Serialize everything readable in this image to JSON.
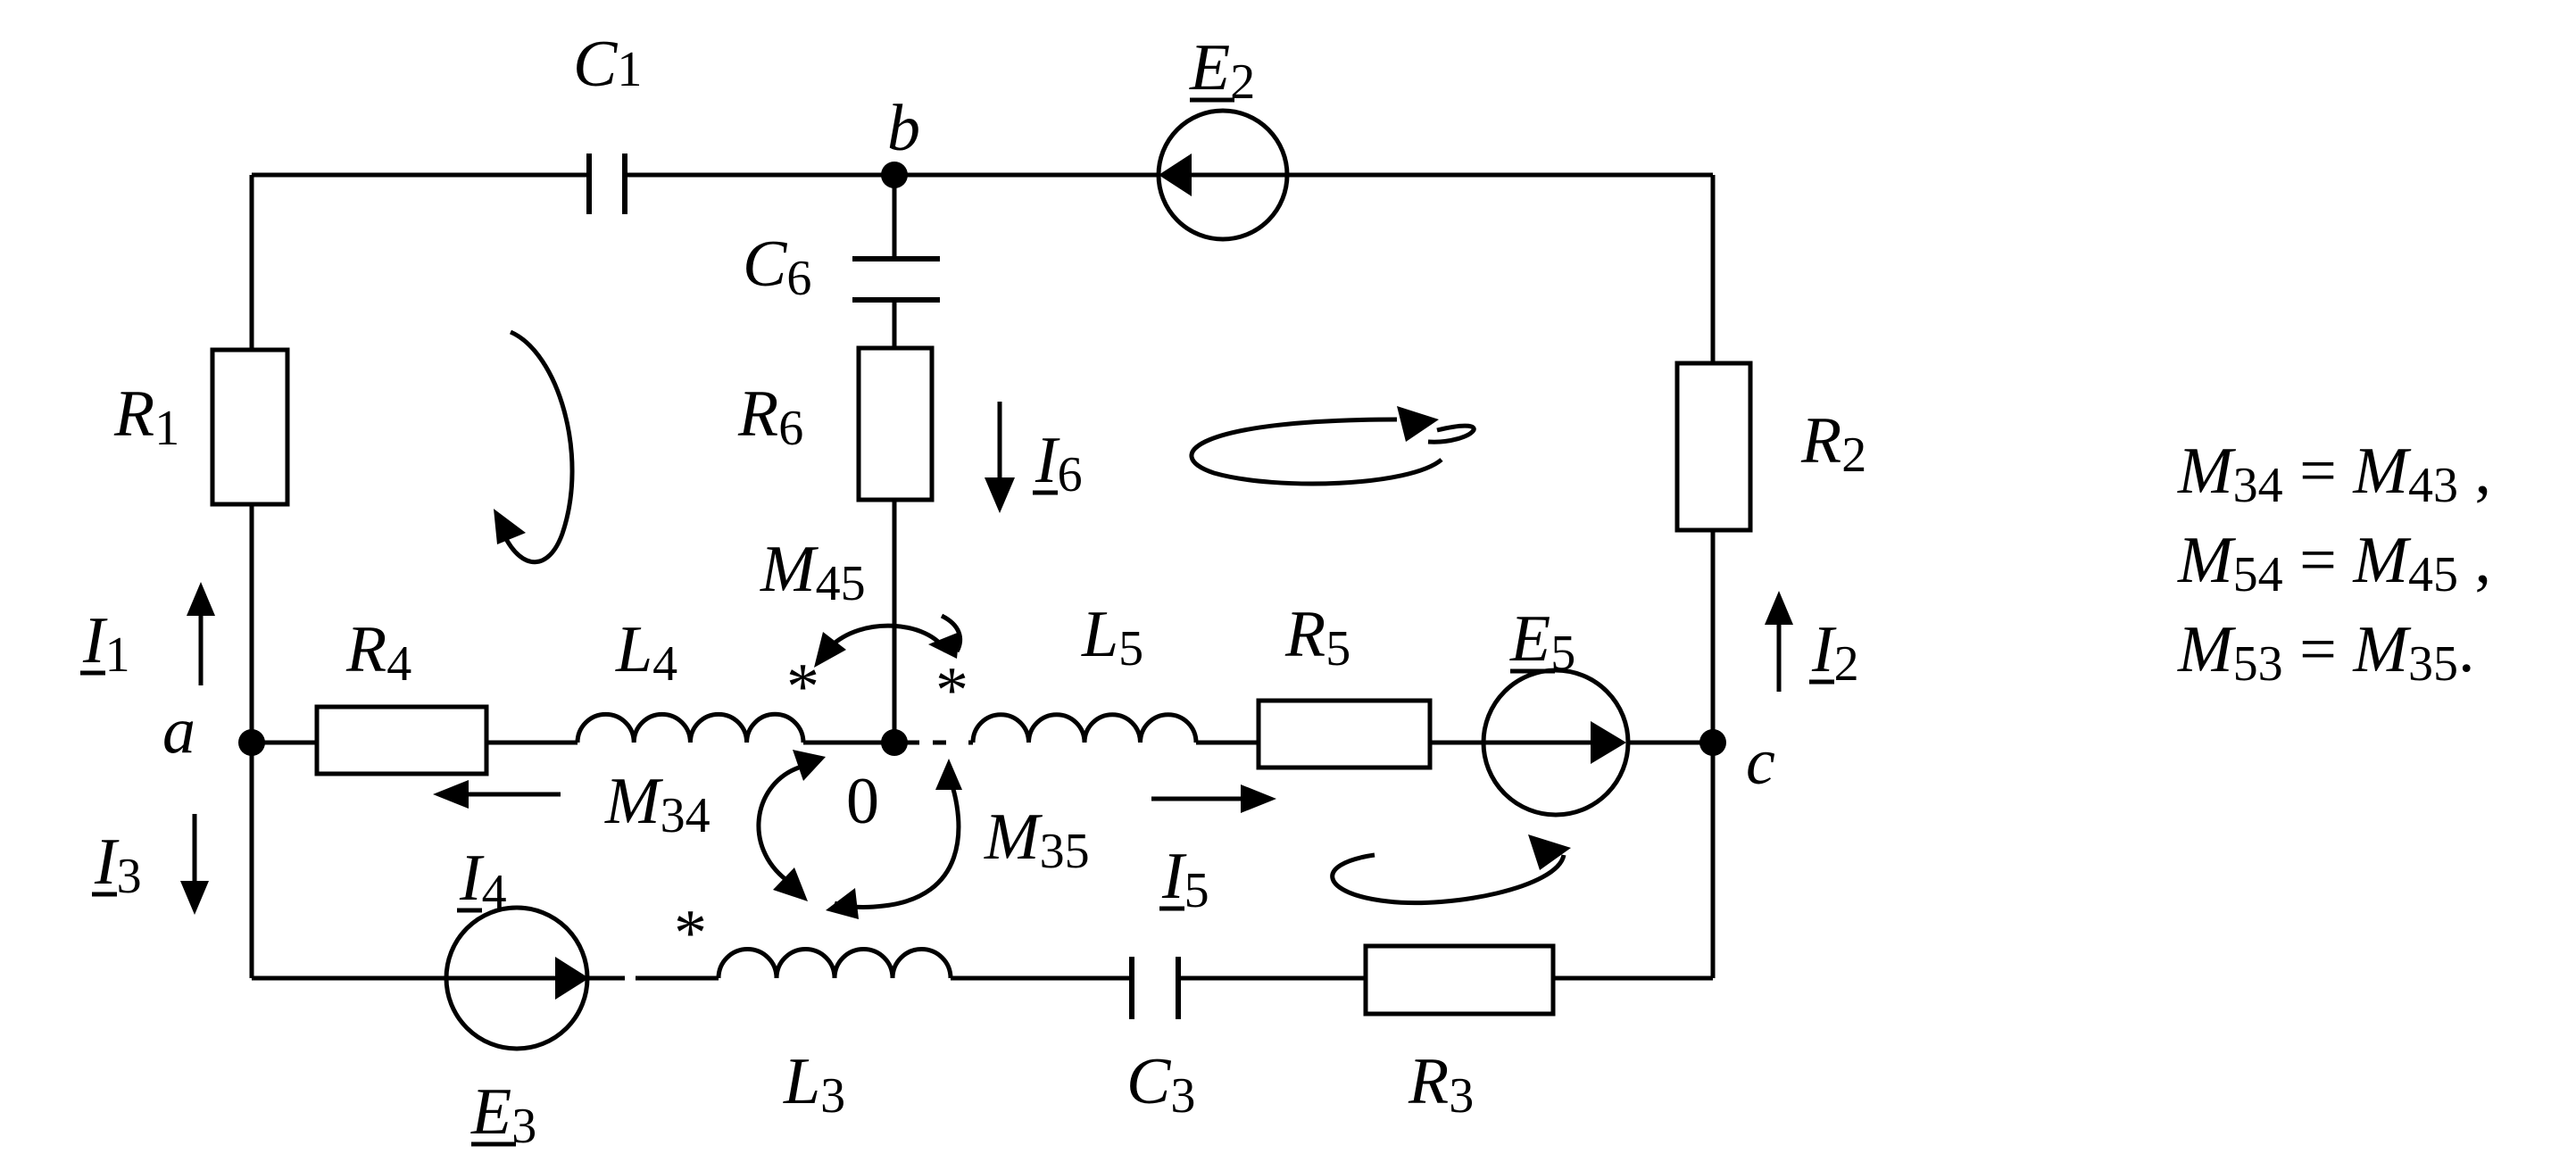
{
  "nodes": {
    "a": "a",
    "b": "b",
    "c": "c",
    "zero": "0"
  },
  "star": "*",
  "labels": {
    "C1": {
      "main": "C",
      "sub": "1"
    },
    "C6": {
      "main": "C",
      "sub": "6"
    },
    "C3": {
      "main": "C",
      "sub": "3"
    },
    "R1": {
      "main": "R",
      "sub": "1"
    },
    "R2": {
      "main": "R",
      "sub": "2"
    },
    "R3": {
      "main": "R",
      "sub": "3"
    },
    "R4": {
      "main": "R",
      "sub": "4"
    },
    "R5": {
      "main": "R",
      "sub": "5"
    },
    "R6": {
      "main": "R",
      "sub": "6"
    },
    "L3": {
      "main": "L",
      "sub": "3"
    },
    "L4": {
      "main": "L",
      "sub": "4"
    },
    "L5": {
      "main": "L",
      "sub": "5"
    },
    "E2": {
      "main": "E",
      "sub": "2"
    },
    "E3": {
      "main": "E",
      "sub": "3"
    },
    "E5": {
      "main": "E",
      "sub": "5"
    },
    "I1": {
      "main": "I",
      "sub": "1"
    },
    "I2": {
      "main": "I",
      "sub": "2"
    },
    "I3": {
      "main": "I",
      "sub": "3"
    },
    "I4": {
      "main": "I",
      "sub": "4"
    },
    "I5": {
      "main": "I",
      "sub": "5"
    },
    "I6": {
      "main": "I",
      "sub": "6"
    },
    "M45": {
      "main": "M",
      "sub": "45"
    },
    "M34": {
      "main": "M",
      "sub": "34"
    },
    "M35": {
      "main": "M",
      "sub": "35"
    }
  },
  "equations": [
    {
      "lhs": "M",
      "lhs_sub": "34",
      "eq": " = ",
      "rhs": "M",
      "rhs_sub": "43",
      "end": " ,"
    },
    {
      "lhs": "M",
      "lhs_sub": "54",
      "eq": " = ",
      "rhs": "M",
      "rhs_sub": "45",
      "end": " ,"
    },
    {
      "lhs": "M",
      "lhs_sub": "53",
      "eq": " = ",
      "rhs": "M",
      "rhs_sub": "35",
      "end": "."
    }
  ]
}
